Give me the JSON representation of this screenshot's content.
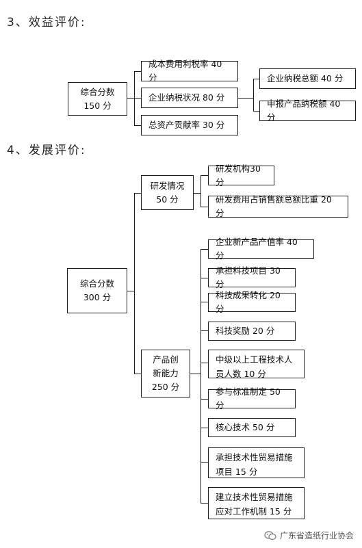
{
  "section3": {
    "heading": "3、效益评价:",
    "root": [
      "综合分数",
      "150 分"
    ],
    "items": [
      "成本费用利税率 40 分",
      "企业纳税状况 80 分",
      "总资产贡献率 30 分"
    ],
    "sub": [
      "企业纳税总额 40 分",
      "申报产品纳税额 40 分"
    ]
  },
  "section4": {
    "heading": "4、发展评价:",
    "root": [
      "综合分数",
      "300 分"
    ],
    "group1": [
      "研发情况",
      "50 分"
    ],
    "group1_items": [
      "研发机构30 分",
      "研发费用占销售额总额比重 20 分"
    ],
    "group2": [
      "产品创",
      "新能力",
      "250 分"
    ],
    "group2_items": [
      "企业新产品产值率 40 分",
      "承担科技项目 30 分",
      "科技成果转化 20 分",
      "科技奖励 20 分",
      [
        "中级以上工程技术人",
        "员人数 10 分"
      ],
      "参与标准制定 50 分",
      "核心技术 50 分",
      [
        "承担技术性贸易措施",
        "项目 15 分"
      ],
      [
        "建立技术性贸易措施",
        "应对工作机制 15 分"
      ]
    ]
  },
  "watermark": {
    "text": "广东省造纸行业协会",
    "icon": "wechat-icon"
  }
}
